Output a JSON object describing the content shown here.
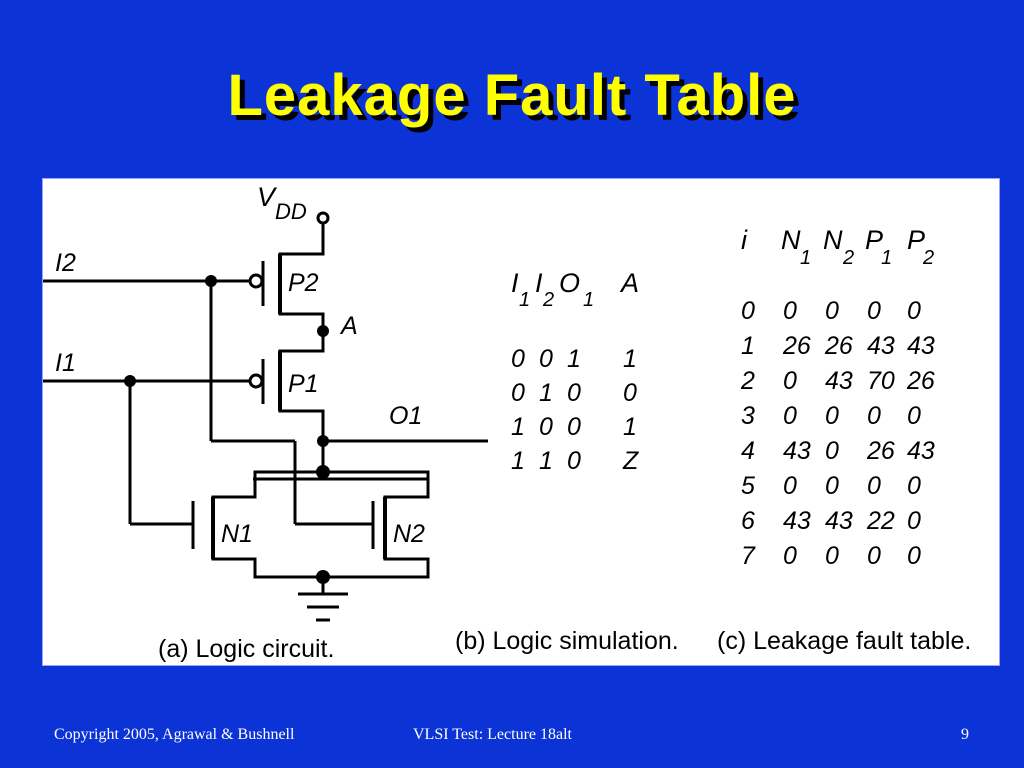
{
  "slide": {
    "title": "Leakage Fault Table"
  },
  "circuit": {
    "vdd_label": "V",
    "vdd_sub": "DD",
    "inputs": [
      "I2",
      "I1"
    ],
    "node_a": "A",
    "output": "O1",
    "transistors": [
      "P2",
      "P1",
      "N1",
      "N2"
    ],
    "caption": "(a) Logic circuit."
  },
  "logic_simulation": {
    "caption": "(b) Logic simulation.",
    "headers": [
      {
        "base": "I",
        "sub": "1"
      },
      {
        "base": "I",
        "sub": "2"
      },
      {
        "base": "O",
        "sub": "1"
      },
      {
        "base": "A",
        "sub": ""
      }
    ],
    "rows": [
      [
        "0",
        "0",
        "1",
        "1"
      ],
      [
        "0",
        "1",
        "0",
        "0"
      ],
      [
        "1",
        "0",
        "0",
        "1"
      ],
      [
        "1",
        "1",
        "0",
        "Z"
      ]
    ]
  },
  "leakage_table": {
    "caption": "(c) Leakage fault table.",
    "headers": [
      {
        "base": "i",
        "sub": ""
      },
      {
        "base": "N",
        "sub": "1"
      },
      {
        "base": "N",
        "sub": "2"
      },
      {
        "base": "P",
        "sub": "1"
      },
      {
        "base": "P",
        "sub": "2"
      }
    ],
    "rows": [
      [
        "0",
        "0",
        "0",
        "0",
        "0"
      ],
      [
        "1",
        "26",
        "26",
        "43",
        "43"
      ],
      [
        "2",
        "0",
        "43",
        "70",
        "26"
      ],
      [
        "3",
        "0",
        "0",
        "0",
        "0"
      ],
      [
        "4",
        "43",
        "0",
        "26",
        "43"
      ],
      [
        "5",
        "0",
        "0",
        "0",
        "0"
      ],
      [
        "6",
        "43",
        "43",
        "22",
        "0"
      ],
      [
        "7",
        "0",
        "0",
        "0",
        "0"
      ]
    ]
  },
  "footer": {
    "copyright": "Copyright 2005, Agrawal & Bushnell",
    "lecture": "VLSI Test: Lecture 18alt",
    "page": "9"
  },
  "colors": {
    "background": "#0b33d6",
    "title": "#ffff00",
    "title_shadow": "#000000"
  }
}
